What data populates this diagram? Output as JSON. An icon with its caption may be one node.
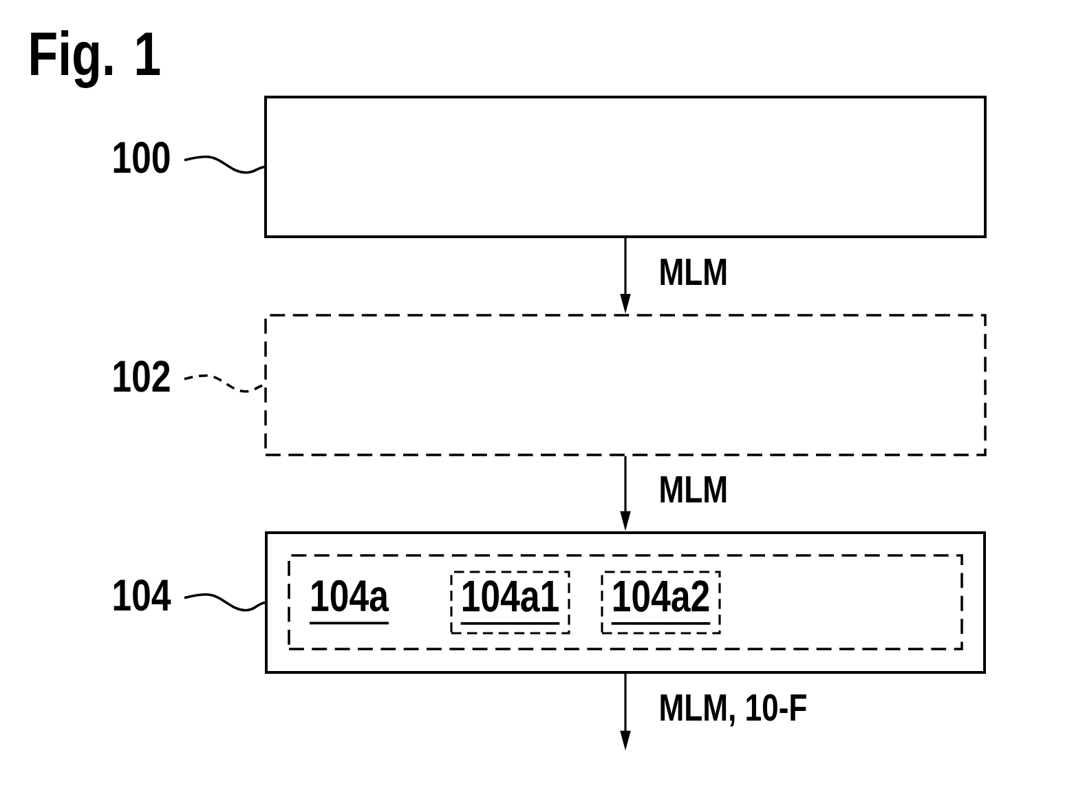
{
  "diagram": {
    "title": "Fig. 1",
    "nodes": [
      {
        "text": [
          "100"
        ]
      },
      {
        "text": [],
        "shape": "box"
      },
      {
        "text": [
          "102"
        ]
      },
      {
        "text": [],
        "shape": "box"
      },
      {
        "text": [
          "104"
        ]
      },
      {
        "text": [],
        "shape": "box"
      },
      {
        "text": [
          "104a"
        ],
        "in": 5
      },
      {
        "text": [
          "104a1"
        ],
        "in": 6
      },
      {
        "text": [
          "104a2"
        ],
        "in": 6
      }
    ],
    "edges": [
      {
        "from": 0,
        "to": 1,
        "arrow": "none"
      },
      {
        "from": 2,
        "to": 3,
        "arrow": "none",
        "style": "dashed"
      },
      {
        "from": 4,
        "to": 5,
        "arrow": "none"
      },
      {
        "from": 1,
        "to": 3,
        "arrow": "to",
        "label": "MLM"
      },
      {
        "from": 3,
        "to": 5,
        "arrow": "to",
        "label": "MLM"
      },
      {
        "from": 5,
        "to": null,
        "arrow": "to",
        "label": "MLM, 10-F"
      }
    ]
  }
}
